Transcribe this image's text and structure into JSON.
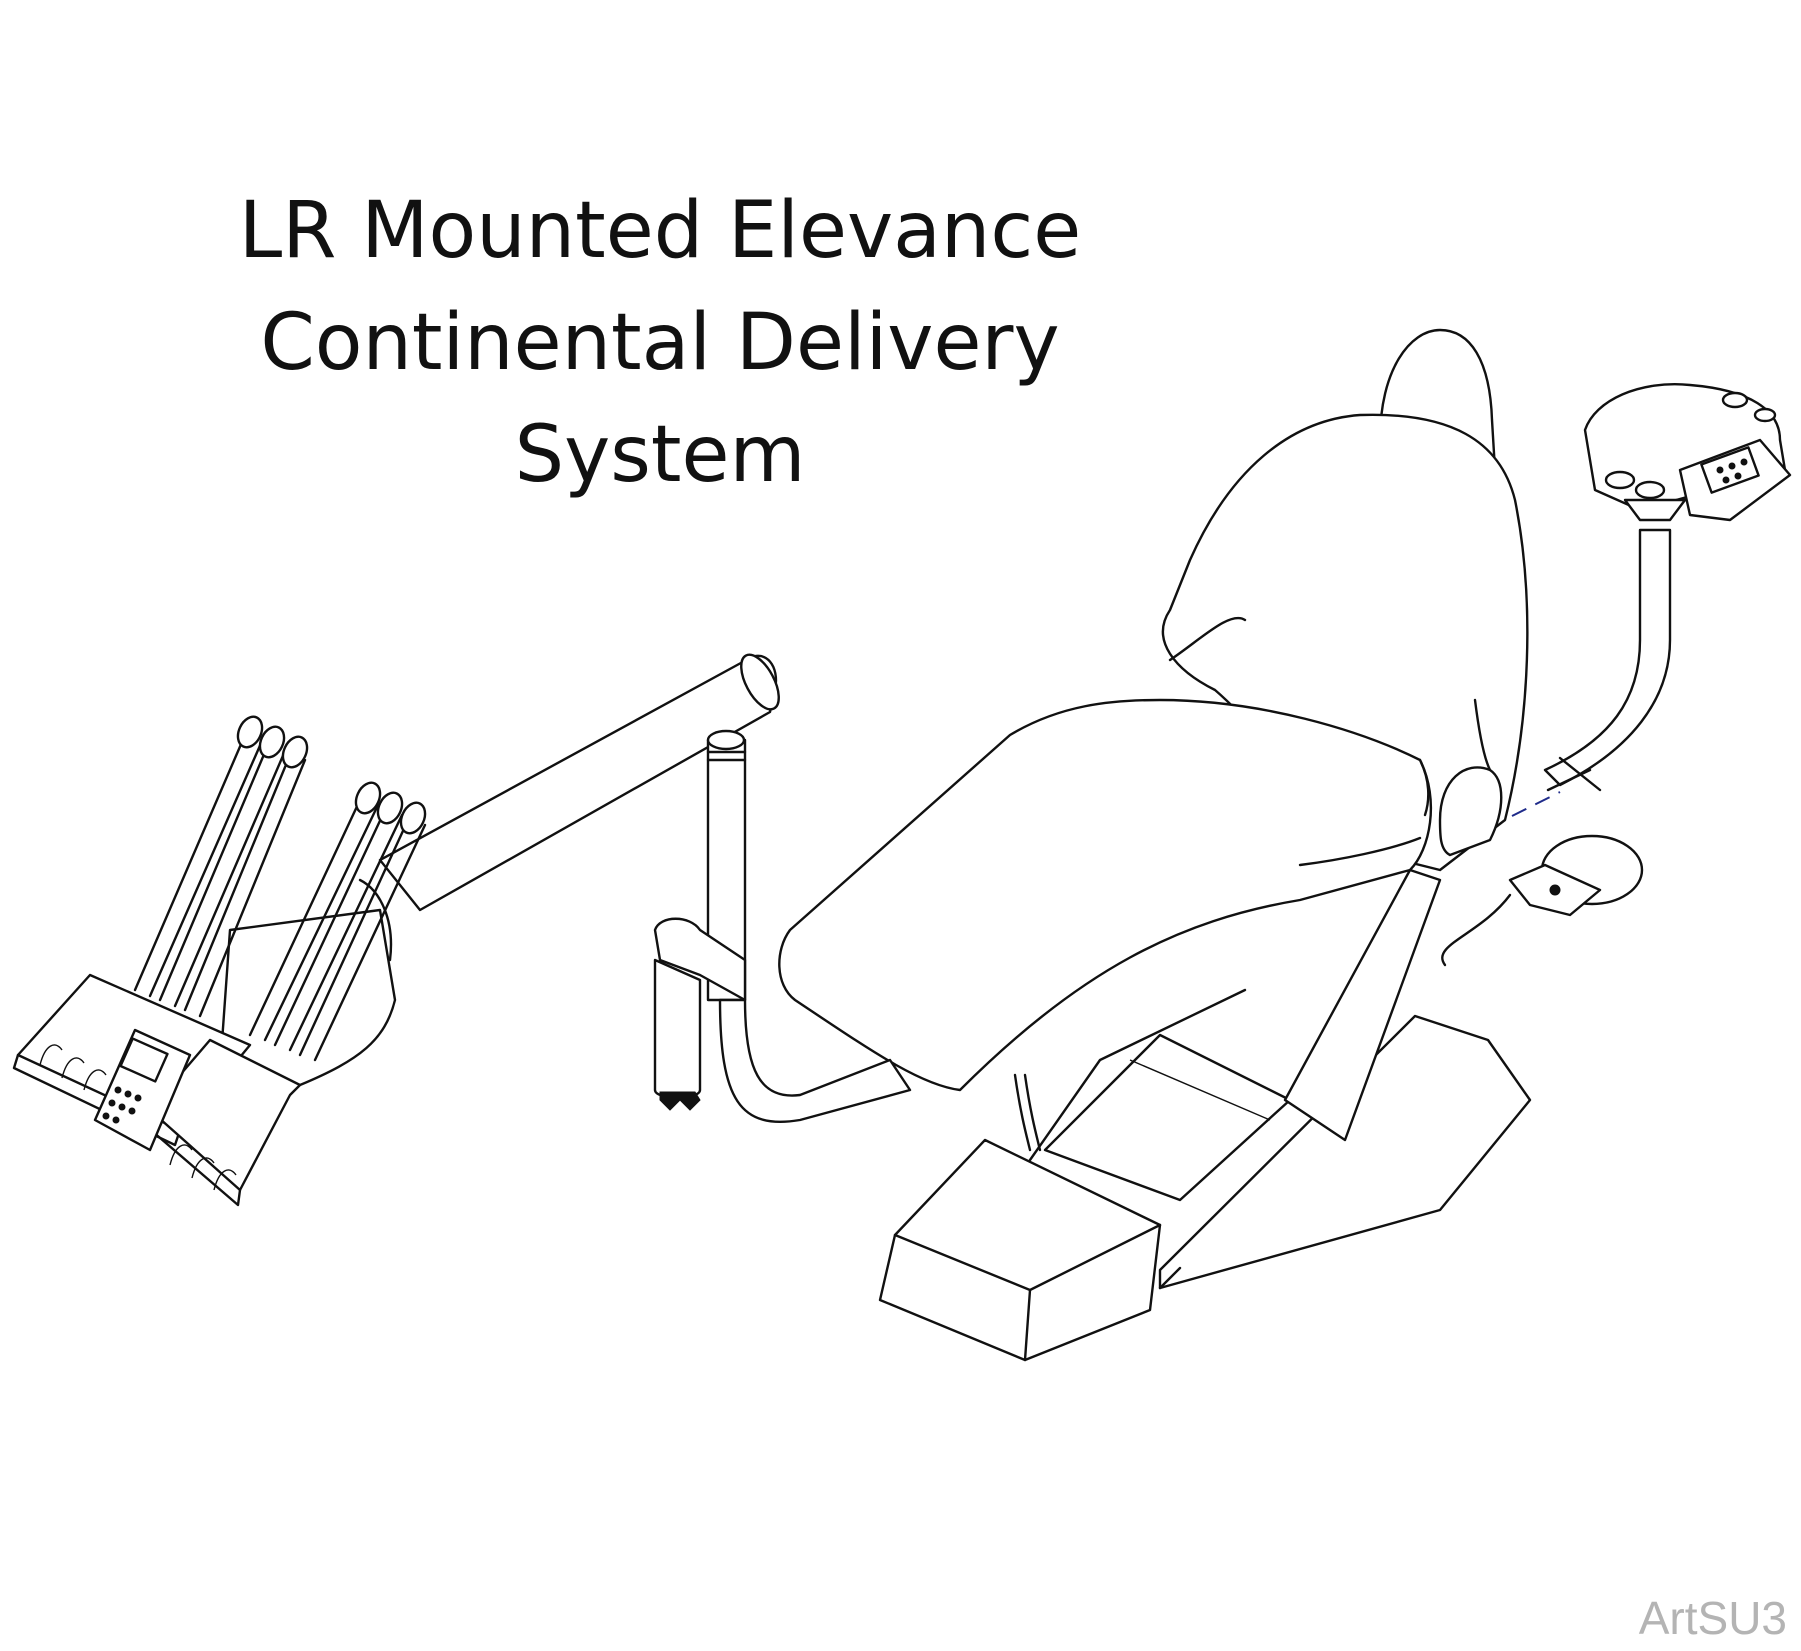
{
  "title": {
    "line1": "LR Mounted Elevance",
    "line2": "Continental Delivery",
    "line3": "System"
  },
  "art_id": "ArtSU3",
  "colors": {
    "line": "#111111",
    "art_id": "#b4b4b4",
    "dashed_line": "#1f2b8a"
  }
}
